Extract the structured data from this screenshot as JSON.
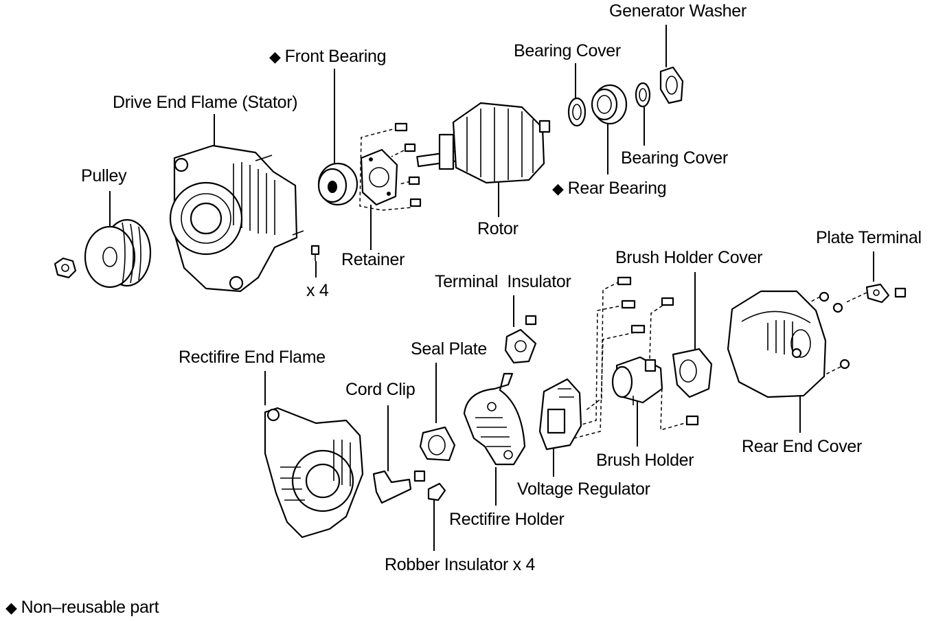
{
  "labels": {
    "generator_washer": "Generator Washer",
    "front_bearing": "Front Bearing",
    "bearing_cover_top": "Bearing Cover",
    "drive_end_flame": "Drive End Flame (Stator)",
    "bearing_cover_right": "Bearing Cover",
    "rear_bearing": "Rear Bearing",
    "pulley": "Pulley",
    "rotor": "Rotor",
    "retainer": "Retainer",
    "x4_bolts": "x 4",
    "plate_terminal": "Plate Terminal",
    "brush_holder_cover": "Brush Holder Cover",
    "terminal_insulator": "Terminal  Insulator",
    "seal_plate": "Seal Plate",
    "rectifire_end_flame": "Rectifire End Flame",
    "cord_clip": "Cord Clip",
    "brush_holder": "Brush Holder",
    "rear_end_cover": "Rear End Cover",
    "voltage_regulator": "Voltage Regulator",
    "rectifire_holder": "Rectifire Holder",
    "robber_insulator": "Robber Insulator x 4"
  },
  "legend": {
    "symbol": "◆",
    "text": "Non–reusable part"
  },
  "non_reusable_marker": "◆"
}
